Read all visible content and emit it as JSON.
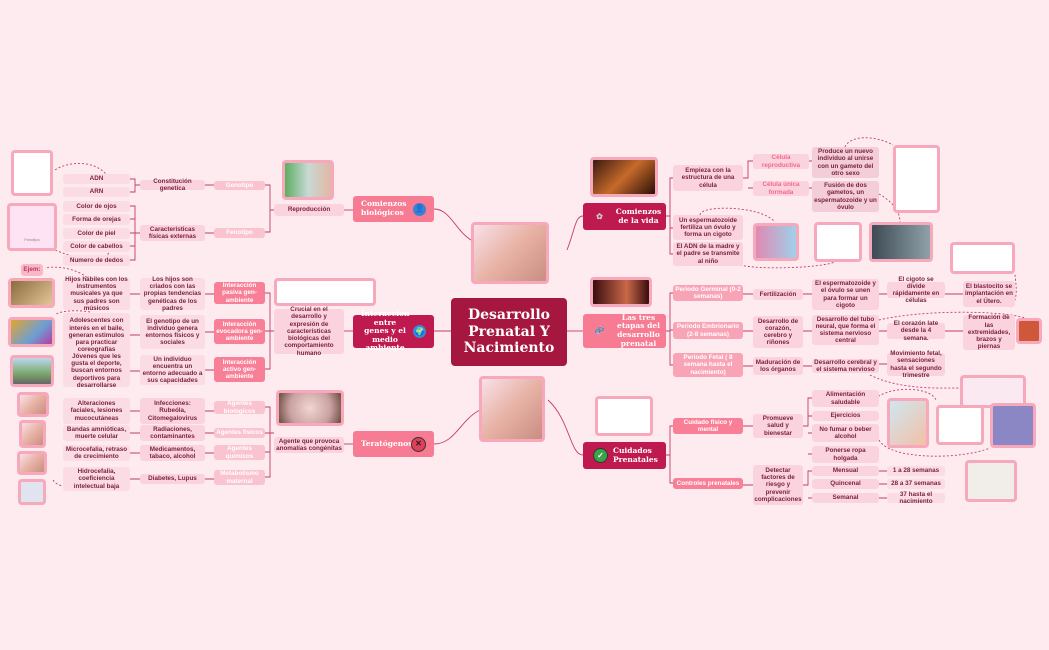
{
  "center": {
    "title": "Desarrollo Prenatal Y Nacimiento"
  },
  "bio": {
    "title": "Comienzos biológicos",
    "reproduccion": "Reproducción",
    "genotipo": "Genotipo",
    "fenotipo": "Fenotipo",
    "constitucion": "Constitución genetica",
    "caracteristicas": "Características físicas externas",
    "items": [
      "ADN",
      "ARN",
      "Color de ojos",
      "Forma de orejas",
      "Color de piel",
      "Color de cabellos",
      "Numero de dedos"
    ],
    "fenotipo_caption": "Fenotipo",
    "ejem": "Ejem:"
  },
  "inter": {
    "title": "Interacción entre genes y el medio ambiente",
    "crucial": "Crucial en el desarrollo y expresión de características biológicas del comportamiento humano",
    "types": [
      {
        "label": "Interacción pasiva gen-ambiente",
        "desc": "Los hijos son criados con las propias tendencias genéticas de los padres",
        "ex": "Hijos hábiles con los instrumentos musicales ya que sus padres son músicos"
      },
      {
        "label": "Interacción evocadora gen-ambiente",
        "desc": "El genotipo de un individuo genera entornos físicos y sociales",
        "ex": "Adolescentes con interés en el baile, generan estimulos para practicar coreografías"
      },
      {
        "label": "Interacción activo gen-ambiente",
        "desc": "Un individuo encuentra un entorno adecuado a sus capacidades",
        "ex": "Jóvenes que les gusta el deporte, buscan entornos deportivos para desarrollarse"
      }
    ]
  },
  "tera": {
    "title": "Teratógenos",
    "agente": "Agente que provoca anomalías congénitas",
    "agents": [
      {
        "label": "Agentes biológicos",
        "cause": "Infecciones: Rubeóla, Citomegalovirus",
        "effect": "Alteraciones faciales, lesiones mucocutáneas"
      },
      {
        "label": "Agentes físicos",
        "cause": "Radiaciones, contaminantes",
        "effect": "Bandas amnióticas, muerte celular"
      },
      {
        "label": "Agentes químicos",
        "cause": "Medicamentos, tabaco, alcohol",
        "effect": "Microcefalia, retraso de crecimiento"
      },
      {
        "label": "Metabolismo maternal",
        "cause": "Diabetes, Lupus",
        "effect": "Hidrocefalia, coeficiencia intelectual baja"
      }
    ]
  },
  "vida": {
    "title": "Comienzos de la vida",
    "empieza": "Empieza con la estructura de una célula",
    "reproductiva": "Célula reproductiva",
    "unica": "Célula única formada",
    "produce": "Produce un nuevo individuo al unirse con un gameto del otro sexo",
    "fusion": "Fusión de dos gametos, un espermatozoide y un óvulo",
    "esperm": "Un espermatozoide fertiliza un óvulo y forma un cigoto",
    "adn": "El ADN de la madre y el padre se transmite al niño"
  },
  "etapas": {
    "title": "Las tres etapas del desarrollo prenatal",
    "germinal": {
      "label": "Periodo Germinal (0-2 semanas)",
      "a": "Fertilización",
      "b": "El espermatozoide y el óvulo se unen para formar un cigoto",
      "c": "El cigoto se divide rápidamente en células",
      "d": "El blastocito se implantación en el Útero."
    },
    "embrionario": {
      "label": "Periodo Embrionario (2-8 semanas)",
      "a": "Desarrollo de corazón, cerebro y riñones",
      "b": "Desarrollo del tubo neural, que forma el sistema nervioso central",
      "c": "El corazón late desde la 4 semana.",
      "d": "Formación de las extremidades, brazos y piernas"
    },
    "fetal": {
      "label": "Periodo Fetal ( 8 semana hasta el nacimiento)",
      "a": "Maduración de los órganos",
      "b": "Desarrollo cerebral y el sistema nervioso",
      "c": "Movimiento fetal, sensaciones hasta el segundo trimestre"
    }
  },
  "cuidados": {
    "title": "Cuidados Prenatales",
    "fisico": "Cuidado físico y mental",
    "promueve": "Promueve salud y bienestar",
    "habitos": [
      "Alimentación saludable",
      "Ejercicios",
      "No fumar o beber alcohol",
      "Ponerse ropa holgada"
    ],
    "controles": "Controles prenatales",
    "detectar": "Detectar factores de riesgo y prevenir complicaciones",
    "freq": [
      {
        "label": "Mensual",
        "range": "1 a 28 semanas"
      },
      {
        "label": "Quincenal",
        "range": "28 a 37 semanas"
      },
      {
        "label": "Semanal",
        "range": "37 hasta el nacimiento"
      }
    ]
  },
  "colors": {
    "background": "#fdebef",
    "dark": "#bf1a4f",
    "medium": "#f77b92",
    "light": "#fbd3de"
  }
}
